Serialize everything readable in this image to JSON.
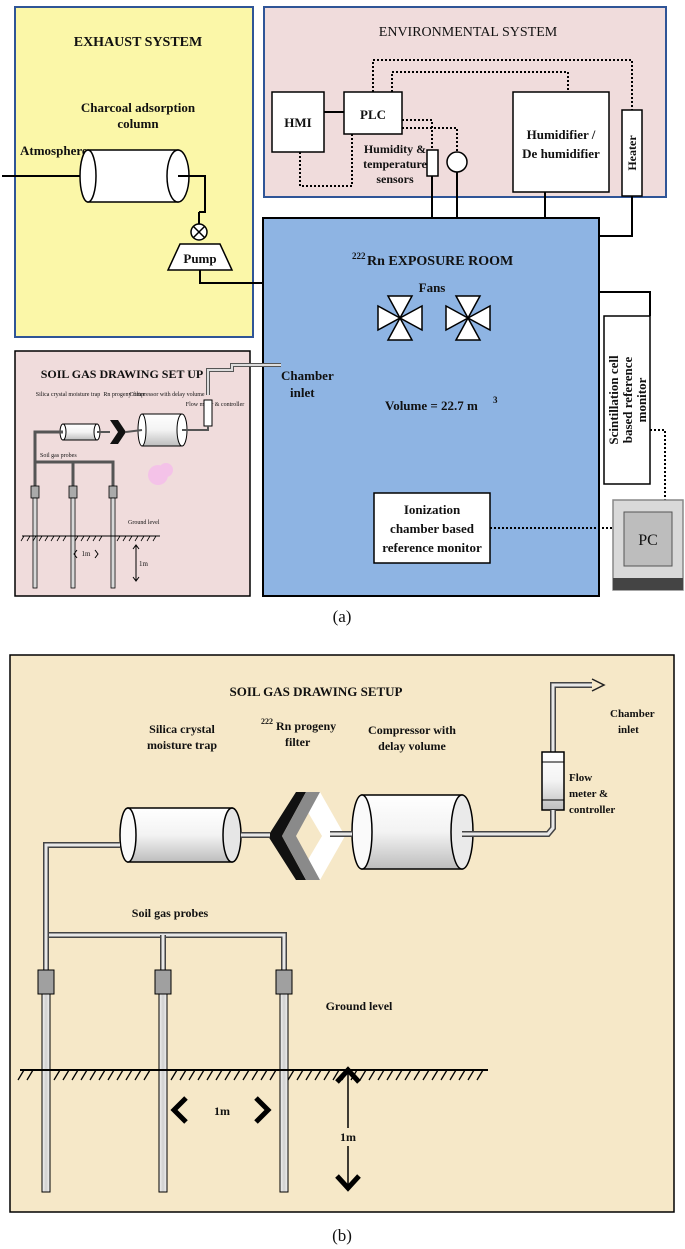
{
  "panel_a": {
    "caption": "(a)",
    "exhaust": {
      "title": "EXHAUST SYSTEM",
      "charcoal_line1": "Charcoal adsorption",
      "charcoal_line2": "column",
      "atmosphere": "Atmosphere",
      "pump": "Pump"
    },
    "environmental": {
      "title": "ENVIRONMENTAL SYSTEM",
      "hmi": "HMI",
      "plc": "PLC",
      "sensors_line1": "Humidity &",
      "sensors_line2": "temperature",
      "sensors_line3": "sensors",
      "humidifier_line1": "Humidifier /",
      "humidifier_line2": "De humidifier",
      "heater": "Heater"
    },
    "room": {
      "title_sup": "222",
      "title": "Rn EXPOSURE ROOM",
      "fans": "Fans",
      "volume": "Volume = 22.7 m",
      "volume_sup": "3",
      "chamber_inlet_line1": "Chamber",
      "chamber_inlet_line2": "inlet",
      "ionization_line1": "Ionization",
      "ionization_line2": "chamber based",
      "ionization_line3": "reference monitor",
      "scintillation_line1": "Scintillation cell",
      "scintillation_line2": "based reference",
      "scintillation_line3": "monitor",
      "pc": "PC"
    },
    "soil_small": {
      "title": "SOIL GAS DRAWING SET UP",
      "silica": "Silica crystal moisture trap",
      "progeny": "Rn progeny filter",
      "compressor": "Compressor with delay volume",
      "flow": "Flow meter & controller",
      "probes": "Soil gas probes",
      "ground": "Ground level",
      "one_m_h": "1m",
      "one_m_v": "1m"
    }
  },
  "panel_b": {
    "caption": "(b)",
    "title": "SOIL GAS DRAWING SETUP",
    "chamber_line1": "Chamber",
    "chamber_line2": "inlet",
    "silica_line1": "Silica crystal",
    "silica_line2": "moisture trap",
    "progeny_sup": "222",
    "progeny_line1": "Rn progeny",
    "progeny_line2": "filter",
    "compressor_line1": "Compressor with",
    "compressor_line2": "delay volume",
    "flow_line1": "Flow",
    "flow_line2": "meter &",
    "flow_line3": "controller",
    "probes": "Soil gas probes",
    "ground": "Ground level",
    "one_m_h": "1m",
    "one_m_v": "1m"
  },
  "colors": {
    "exhaust_bg": "#fbf7a8",
    "exhaust_border": "#2f5597",
    "env_bg": "#f0dcdc",
    "room_bg": "#8eb4e3",
    "soil_small_bg": "#f0dcdc",
    "panel_b_bg": "#f6e8c8"
  }
}
